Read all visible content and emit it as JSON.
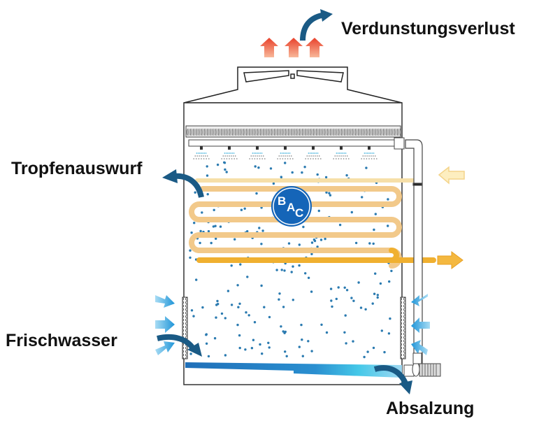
{
  "diagram": {
    "title": "Verdunstungskühler / Kühlturm Wasserbilanz",
    "labels": {
      "evaporation": "Verdunstungsverlust",
      "drift": "Tropfenauswurf",
      "makeup": "Frischwasser",
      "blowdown": "Absalzung"
    },
    "logo": {
      "text_b": "B",
      "text_a": "A",
      "text_c": "C",
      "color": "#1565b8"
    },
    "colors": {
      "flow_arrow": "#1a5a85",
      "heat_arrow": "#e8402a",
      "coil_light": "#f2c98a",
      "coil_warm": "#f0b030",
      "droplet": "#2a7ab0",
      "basin_water": "#2c8fd0",
      "air_arrow": "#2aa8e0",
      "outline": "#333333"
    },
    "icons": {
      "evaporation": "curved-arrow-up-right-icon",
      "drift": "curved-arrow-left-icon",
      "makeup": "curved-arrow-down-icon",
      "blowdown": "curved-arrow-down-icon",
      "inlet": "arrow-left-icon",
      "outlet": "arrow-right-icon"
    }
  }
}
